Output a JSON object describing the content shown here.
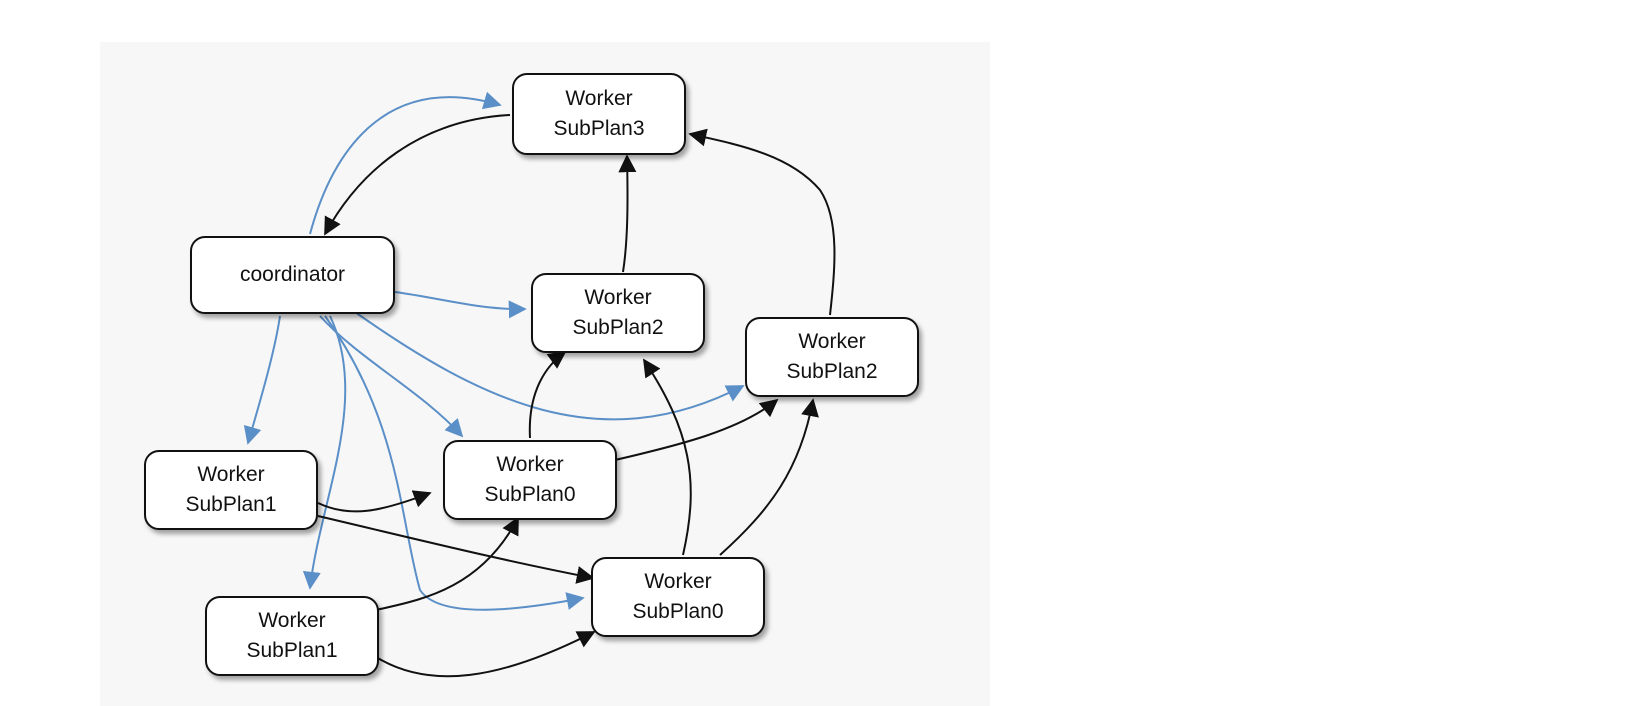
{
  "diagram": {
    "nodes": [
      {
        "id": "w3",
        "lines": [
          "Worker",
          "SubPlan3"
        ]
      },
      {
        "id": "coord",
        "lines": [
          "coordinator"
        ]
      },
      {
        "id": "w2a",
        "lines": [
          "Worker",
          "SubPlan2"
        ]
      },
      {
        "id": "w2b",
        "lines": [
          "Worker",
          "SubPlan2"
        ]
      },
      {
        "id": "w1a",
        "lines": [
          "Worker",
          "SubPlan1"
        ]
      },
      {
        "id": "w0a",
        "lines": [
          "Worker",
          "SubPlan0"
        ]
      },
      {
        "id": "w0b",
        "lines": [
          "Worker",
          "SubPlan0"
        ]
      },
      {
        "id": "w1b",
        "lines": [
          "Worker",
          "SubPlan1"
        ]
      }
    ],
    "colors": {
      "coordinator_edge": "#5b8fc7",
      "data_edge": "#111111",
      "node_border": "#111111"
    }
  }
}
